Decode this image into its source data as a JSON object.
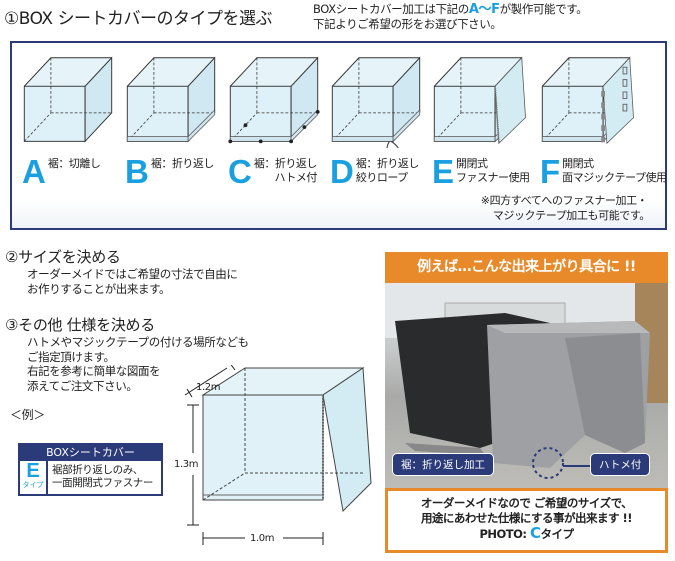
{
  "step1": {
    "title": "①BOX シートカバーのタイプを選ぶ",
    "intro_line1_pre": "BOXシートカバー加工は下記の",
    "intro_range": "A〜F",
    "intro_line1_post": "が製作可能です。",
    "intro_line2": "下記よりご希望の形をお選び下さい。",
    "types": [
      {
        "letter": "A",
        "lines": [
          "裾：切離し"
        ]
      },
      {
        "letter": "B",
        "lines": [
          "裾：折り返し"
        ]
      },
      {
        "letter": "C",
        "lines": [
          "裾：折り返し",
          "ハトメ付"
        ]
      },
      {
        "letter": "D",
        "lines": [
          "裾：折り返し",
          "絞りロープ"
        ]
      },
      {
        "letter": "E",
        "lines": [
          "開閉式",
          "ファスナー使用"
        ]
      },
      {
        "letter": "F",
        "lines": [
          "開閉式",
          "面マジックテープ使用"
        ]
      }
    ],
    "note_line1": "※四方すべてへのファスナー加工・",
    "note_line2": "マジックテープ加工も可能です。"
  },
  "step2": {
    "title": "②サイズを決める",
    "lines": [
      "オーダーメイドではご希望の寸法で自由に",
      "お作りすることが出来ます。"
    ]
  },
  "step3": {
    "title": "③その他 仕様を決める",
    "lines": [
      "ハトメやマジックテープの付ける場所なども",
      "ご指定頂けます。",
      "右記を参考に簡単な図面を",
      "添えてご注文下さい。"
    ]
  },
  "example": {
    "label": "＜例＞",
    "badge_title": "BOXシートカバー",
    "badge_letter": "E",
    "badge_type": "タイプ",
    "badge_line1": "裾部折り返しのみ、",
    "badge_line2": "一面開閉式ファスナー",
    "dim_depth": "1.2m",
    "dim_height": "1.3m",
    "dim_width": "1.0m"
  },
  "photo_panel": {
    "header": "例えば…こんな出来上がり具合に !!",
    "tag_hem": "裾：折り返し加工",
    "tag_grommet": "ハトメ付",
    "footer_line1": "オーダーメイドなので ご希望のサイズで、",
    "footer_line2": "用途にあわせた仕様にする事が出来ます !!",
    "footer_photo": "PHOTO:",
    "footer_type_letter": "C",
    "footer_type": "タイプ"
  },
  "colors": {
    "accent_blue": "#1aa0e0",
    "navy": "#2b3a78",
    "orange": "#e8892a"
  }
}
